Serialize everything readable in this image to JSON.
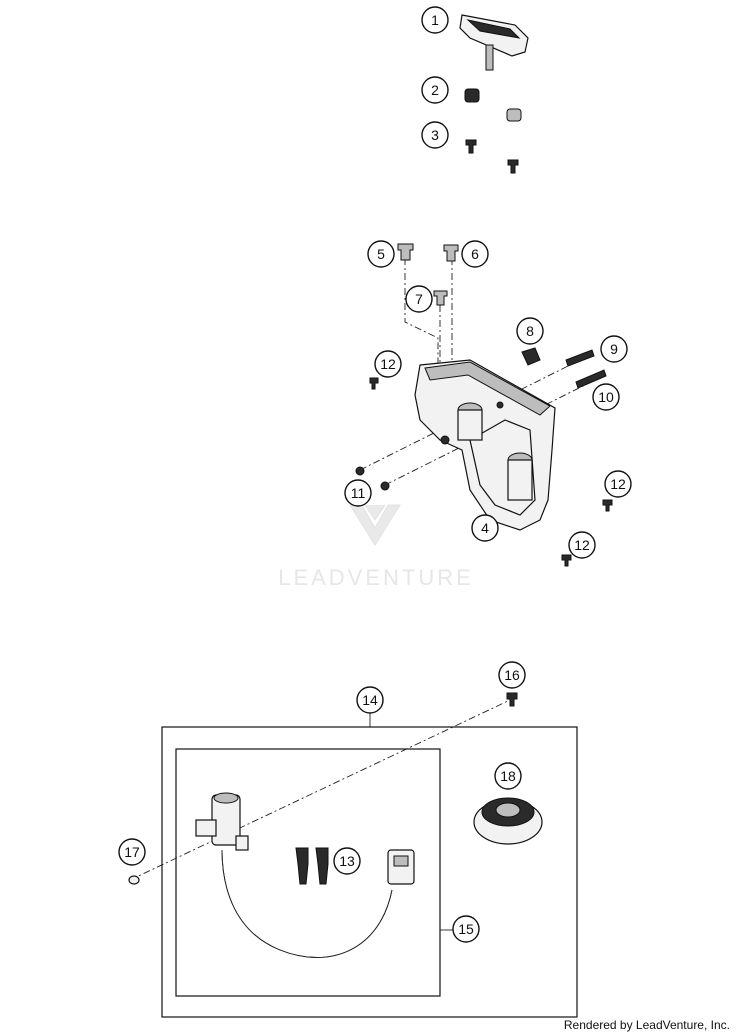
{
  "watermark": {
    "brand": "LEADVENTURE"
  },
  "credit": "Rendered by LeadVenture, Inc.",
  "callouts": [
    "1",
    "2",
    "3",
    "4",
    "5",
    "6",
    "7",
    "8",
    "9",
    "10",
    "11",
    "12",
    "12",
    "12",
    "13",
    "14",
    "15",
    "16",
    "17",
    "18"
  ]
}
